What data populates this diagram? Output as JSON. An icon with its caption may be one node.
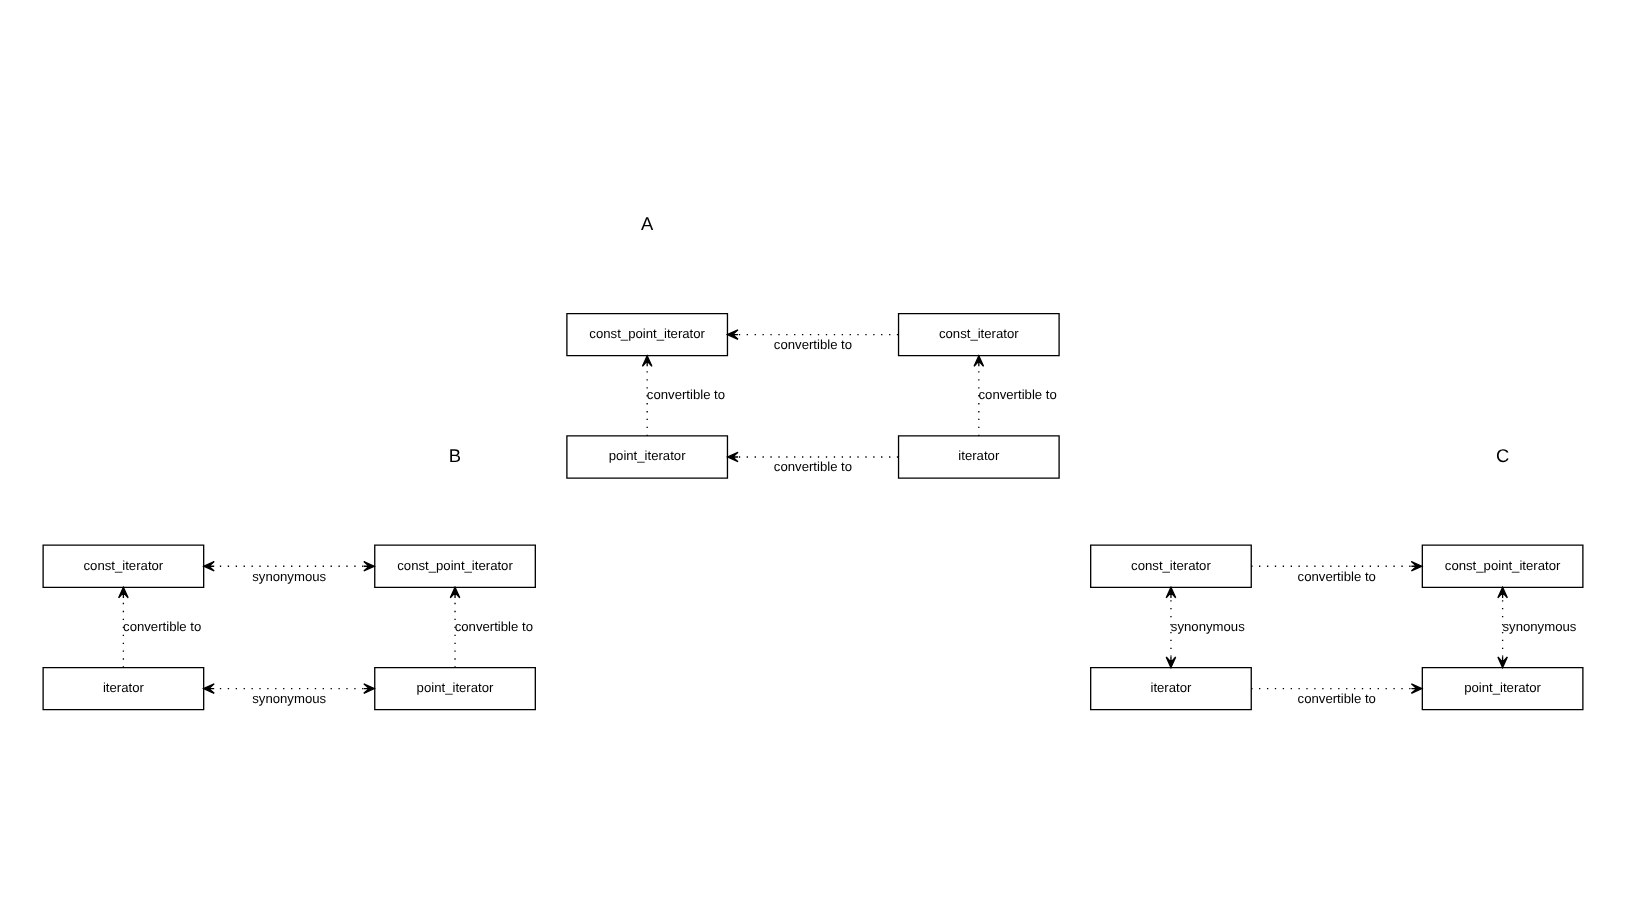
{
  "diagram": {
    "nodes": [
      {
        "text": [
          "const_point_iterator"
        ]
      },
      {
        "text": [
          "const_iterator"
        ]
      },
      {
        "text": [
          "point_iterator"
        ]
      },
      {
        "text": [
          "iterator"
        ]
      },
      {
        "text": [
          "const_point_iterator"
        ]
      },
      {
        "text": [
          "const_iterator"
        ]
      },
      {
        "text": [
          "point_iterator"
        ]
      },
      {
        "text": [
          "iterator"
        ]
      },
      {
        "text": [
          "const_point_iterator"
        ]
      },
      {
        "text": [
          "const_iterator"
        ]
      },
      {
        "text": [
          "point_iterator"
        ]
      },
      {
        "text": [
          "iterator"
        ]
      }
    ],
    "edges": [
      {
        "from": 1,
        "to": 0,
        "arrow": "to",
        "label": "convertible to",
        "style": "dashed"
      },
      {
        "from": 2,
        "to": 0,
        "arrow": "to",
        "label": "convertible to",
        "style": "dashed"
      },
      {
        "from": 3,
        "to": 1,
        "arrow": "to",
        "label": "convertible to",
        "style": "dashed"
      },
      {
        "from": 3,
        "to": 2,
        "arrow": "to",
        "label": "convertible to",
        "style": "dashed"
      },
      {
        "from": 4,
        "to": 5,
        "arrow": "both",
        "label": "synonymous",
        "style": "dashed"
      },
      {
        "from": 6,
        "to": 4,
        "arrow": "to",
        "label": "convertible to",
        "style": "dashed"
      },
      {
        "from": 7,
        "to": 5,
        "arrow": "to",
        "label": "convertible to",
        "style": "dashed"
      },
      {
        "from": 6,
        "to": 7,
        "arrow": "both",
        "label": "synonymous",
        "style": "dashed"
      },
      {
        "from": 9,
        "to": 8,
        "arrow": "to",
        "label": "convertible to",
        "style": "dashed"
      },
      {
        "from": 10,
        "to": 8,
        "arrow": "both",
        "label": "synonymous",
        "style": "dashed"
      },
      {
        "from": 11,
        "to": 9,
        "arrow": "both",
        "label": "synonymous",
        "style": "dashed"
      },
      {
        "from": 11,
        "to": 10,
        "arrow": "to",
        "label": "convertible to",
        "style": "dashed"
      }
    ],
    "labels": [
      "A",
      "B",
      "C"
    ]
  }
}
